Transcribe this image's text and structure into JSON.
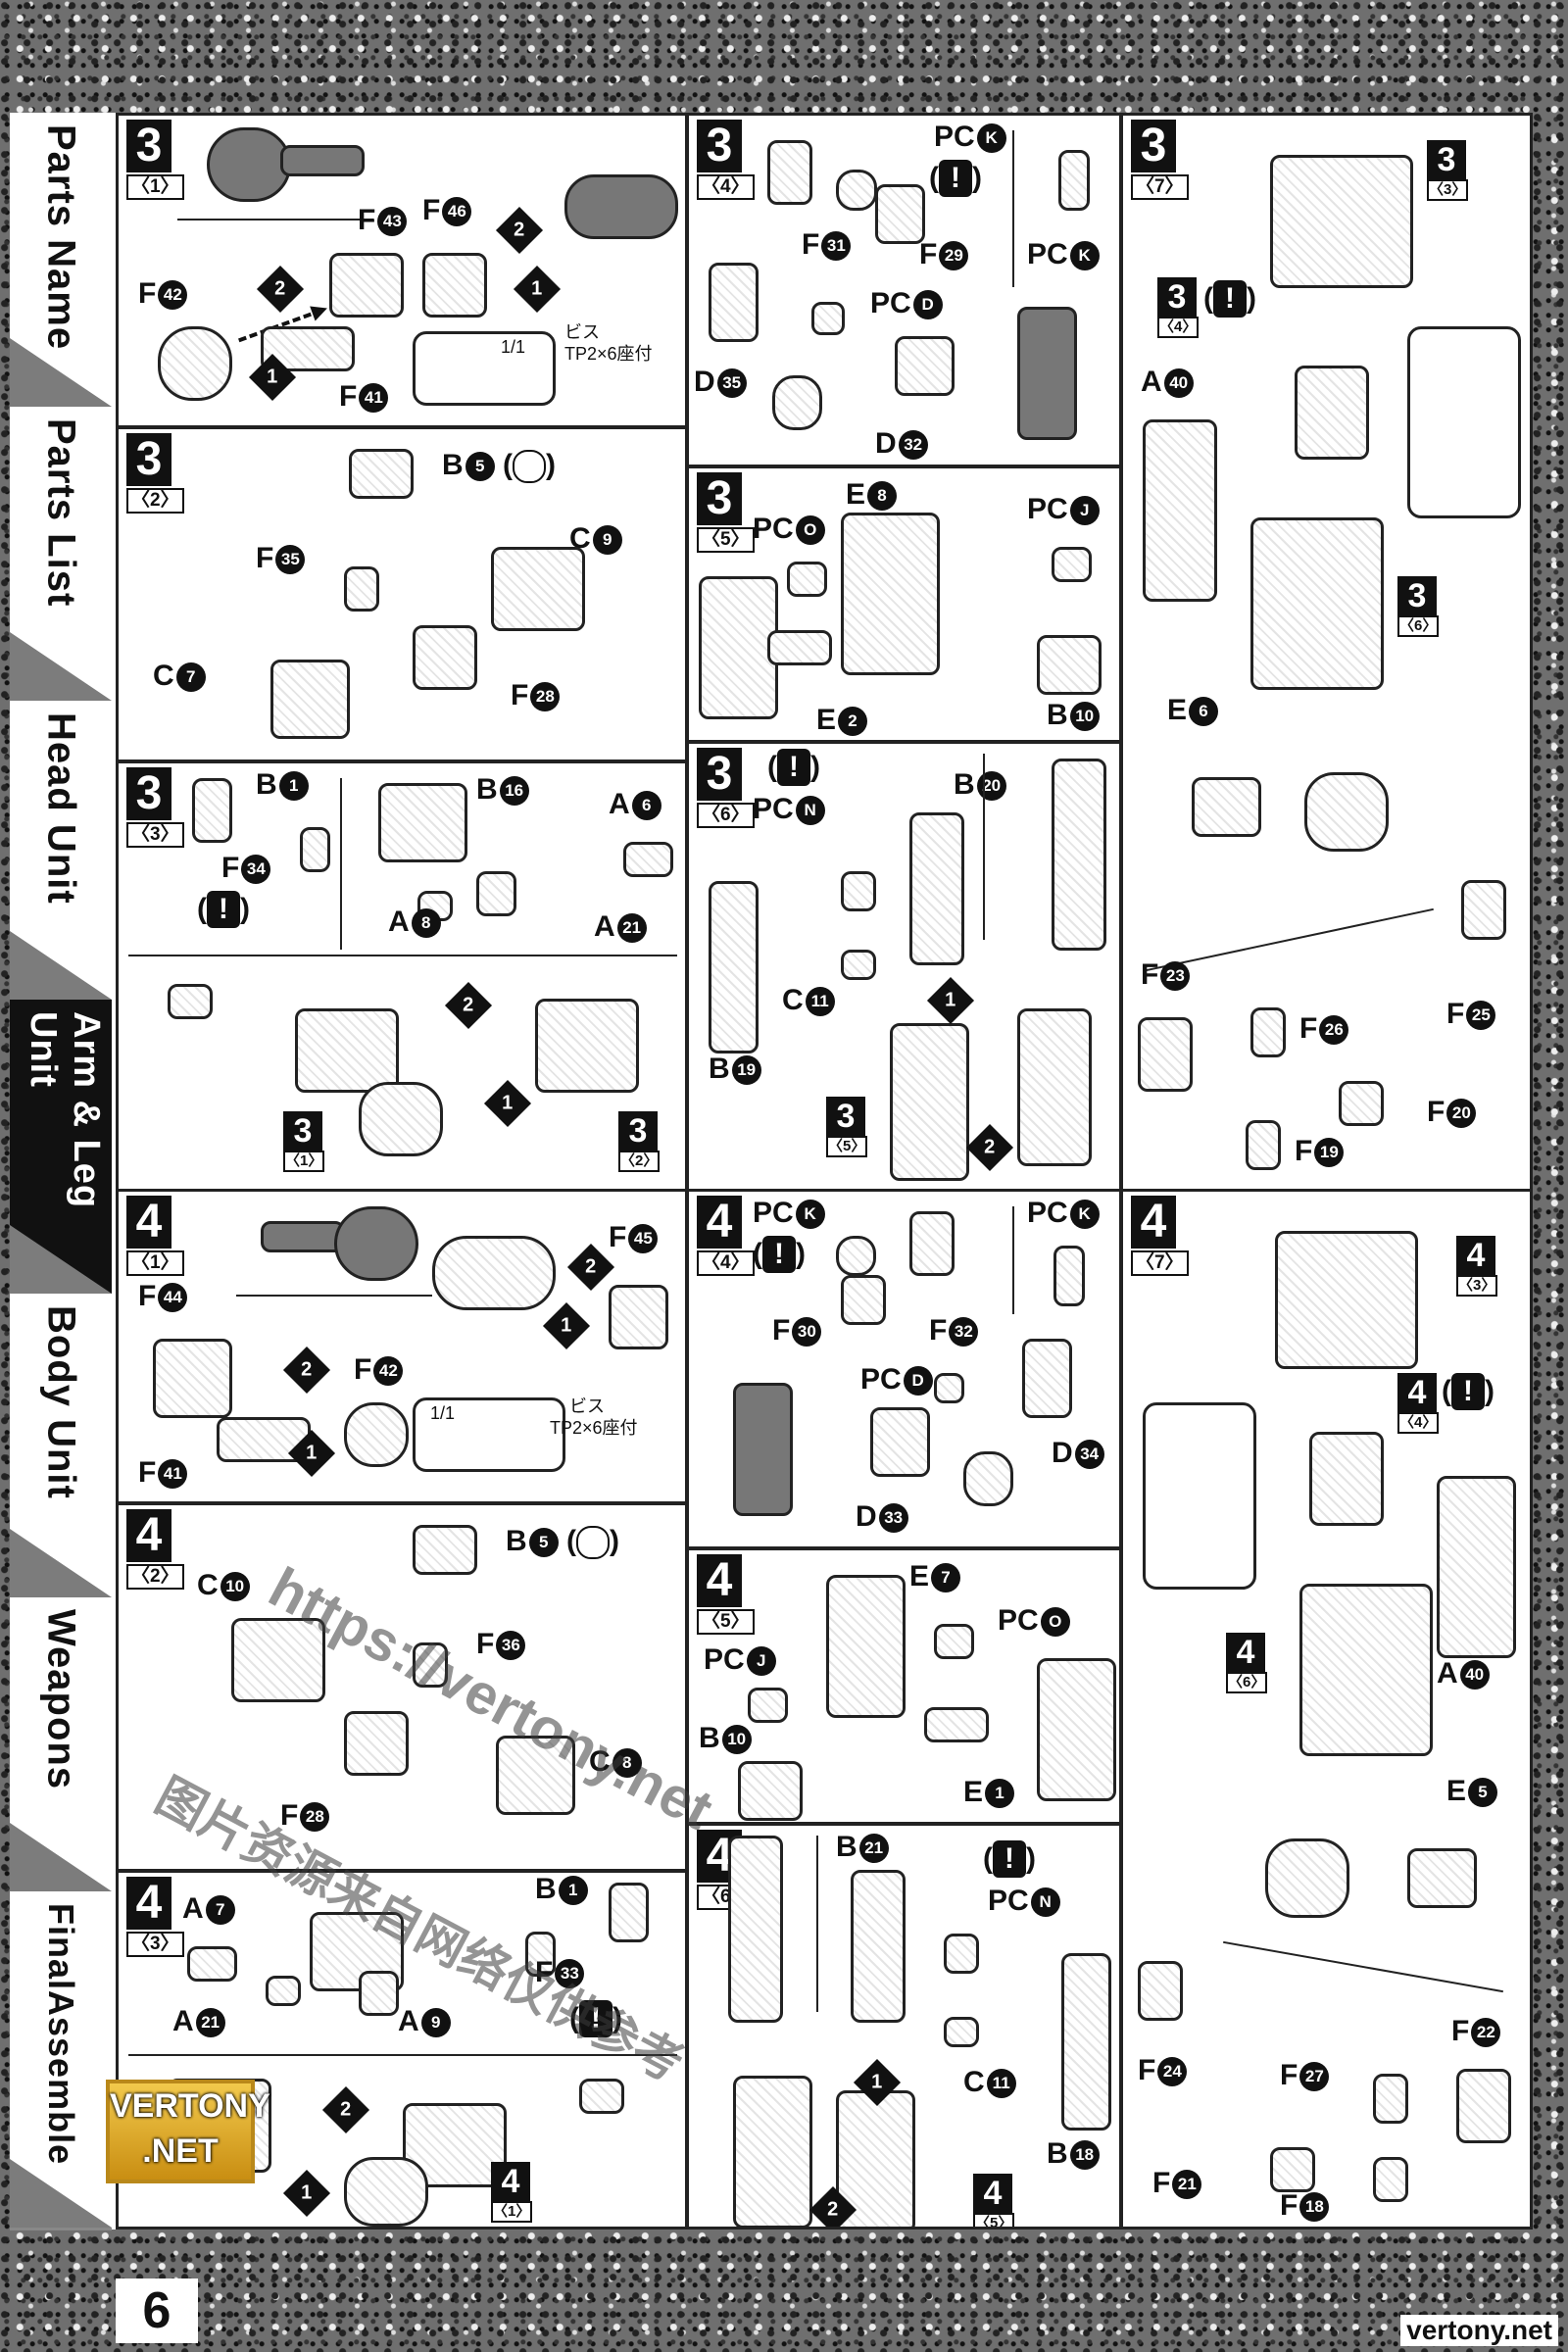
{
  "sidebar": {
    "tabs": [
      {
        "label": "Parts Name",
        "active": false
      },
      {
        "label": "Parts List",
        "active": false
      },
      {
        "label": "Head Unit",
        "active": false
      },
      {
        "label": "Arm & Leg Unit",
        "active": true
      },
      {
        "label": "Body Unit",
        "active": false
      },
      {
        "label": "Weapons",
        "active": false
      },
      {
        "label": "FinalAssemble",
        "active": false
      }
    ]
  },
  "page_number": "6",
  "logo": {
    "line1": "VERTONY",
    "line2": ".NET"
  },
  "site_footer": "vertony.net",
  "watermark": {
    "url": "https://vertony.net",
    "text": "图片资源来自网络仅供参考"
  },
  "screw_note": {
    "ratio": "1/1",
    "label": "ビス",
    "spec": "TP2×6座付"
  },
  "panels": {
    "p3_1": {
      "step": "3",
      "sub": "〈1〉",
      "parts": {
        "a": "F",
        "an": "43",
        "b": "F",
        "bn": "42",
        "c": "F",
        "cn": "41",
        "d": "F",
        "dn": "46"
      }
    },
    "p3_4": {
      "step": "3",
      "sub": "〈4〉",
      "parts": {
        "pck1": "PC",
        "pck1n": "K",
        "f31": "F",
        "f31n": "31",
        "f29": "F",
        "f29n": "29",
        "pck2": "PC",
        "pck2n": "K",
        "pcd": "PC",
        "pcdn": "D",
        "d35": "D",
        "d35n": "35",
        "d32": "D",
        "d32n": "32"
      }
    },
    "p3_7": {
      "step": "3",
      "sub": "〈7〉",
      "parts": {
        "a40": "A",
        "a40n": "40",
        "e6": "E",
        "e6n": "6",
        "f23": "F",
        "f23n": "23",
        "f26": "F",
        "f26n": "26",
        "f25": "F",
        "f25n": "25",
        "f20": "F",
        "f20n": "20",
        "f19": "F",
        "f19n": "19"
      },
      "refs": [
        {
          "n": "3",
          "s": "〈3〉"
        },
        {
          "n": "3",
          "s": "〈4〉"
        },
        {
          "n": "3",
          "s": "〈6〉"
        }
      ]
    },
    "p3_2": {
      "step": "3",
      "sub": "〈2〉",
      "parts": {
        "b5": "B",
        "b5n": "5",
        "f35": "F",
        "f35n": "35",
        "c9": "C",
        "c9n": "9",
        "c7": "C",
        "c7n": "7",
        "f28": "F",
        "f28n": "28"
      }
    },
    "p3_5": {
      "step": "3",
      "sub": "〈5〉",
      "parts": {
        "e8": "E",
        "e8n": "8",
        "pco": "PC",
        "pcon": "O",
        "pcj": "PC",
        "pcjn": "J",
        "e2": "E",
        "e2n": "2",
        "b10": "B",
        "b10n": "10"
      }
    },
    "p3_3": {
      "step": "3",
      "sub": "〈3〉",
      "parts": {
        "b1": "B",
        "b1n": "1",
        "b16": "B",
        "b16n": "16",
        "a6": "A",
        "a6n": "6",
        "f34": "F",
        "f34n": "34",
        "a8": "A",
        "a8n": "8",
        "a21": "A",
        "a21n": "21"
      },
      "refs": [
        {
          "n": "3",
          "s": "〈1〉"
        },
        {
          "n": "3",
          "s": "〈2〉"
        }
      ]
    },
    "p3_6": {
      "step": "3",
      "sub": "〈6〉",
      "parts": {
        "pcn": "PC",
        "pcnn": "N",
        "b20": "B",
        "b20n": "20",
        "c11": "C",
        "c11n": "11",
        "b19": "B",
        "b19n": "19"
      },
      "refs": [
        {
          "n": "3",
          "s": "〈5〉"
        }
      ]
    },
    "p4_1": {
      "step": "4",
      "sub": "〈1〉",
      "parts": {
        "f45": "F",
        "f45n": "45",
        "f44": "F",
        "f44n": "44",
        "f42": "F",
        "f42n": "42",
        "f41": "F",
        "f41n": "41"
      }
    },
    "p4_4": {
      "step": "4",
      "sub": "〈4〉",
      "parts": {
        "pck1": "PC",
        "pck1n": "K",
        "pck2": "PC",
        "pck2n": "K",
        "f30": "F",
        "f30n": "30",
        "f32": "F",
        "f32n": "32",
        "pcd": "PC",
        "pcdn": "D",
        "d34": "D",
        "d34n": "34",
        "d33": "D",
        "d33n": "33"
      }
    },
    "p4_7": {
      "step": "4",
      "sub": "〈7〉",
      "parts": {
        "a40": "A",
        "a40n": "40",
        "e5": "E",
        "e5n": "5",
        "f22": "F",
        "f22n": "22",
        "f24": "F",
        "f24n": "24",
        "f27": "F",
        "f27n": "27",
        "f21": "F",
        "f21n": "21",
        "f18": "F",
        "f18n": "18"
      },
      "refs": [
        {
          "n": "4",
          "s": "〈3〉"
        },
        {
          "n": "4",
          "s": "〈4〉"
        },
        {
          "n": "4",
          "s": "〈6〉"
        }
      ]
    },
    "p4_2": {
      "step": "4",
      "sub": "〈2〉",
      "parts": {
        "b5": "B",
        "b5n": "5",
        "c10": "C",
        "c10n": "10",
        "f36": "F",
        "f36n": "36",
        "c8": "C",
        "c8n": "8",
        "f28": "F",
        "f28n": "28"
      }
    },
    "p4_5": {
      "step": "4",
      "sub": "〈5〉",
      "parts": {
        "e7": "E",
        "e7n": "7",
        "pco": "PC",
        "pcon": "O",
        "pcj": "PC",
        "pcjn": "J",
        "b10": "B",
        "b10n": "10",
        "e1": "E",
        "e1n": "1"
      }
    },
    "p4_3": {
      "step": "4",
      "sub": "〈3〉",
      "parts": {
        "a7": "A",
        "a7n": "7",
        "b1": "B",
        "b1n": "1",
        "f33": "F",
        "f33n": "33",
        "a21": "A",
        "a21n": "21",
        "a9": "A",
        "a9n": "9"
      },
      "refs": [
        {
          "n": "4",
          "s": "〈1〉"
        }
      ]
    },
    "p4_6": {
      "step": "4",
      "sub": "〈6〉",
      "parts": {
        "b21": "B",
        "b21n": "21",
        "pcn": "PC",
        "pcnn": "N",
        "c11": "C",
        "c11n": "11",
        "b18": "B",
        "b18n": "18"
      },
      "refs": [
        {
          "n": "4",
          "s": "〈5〉"
        }
      ]
    }
  },
  "sequence_markers": [
    "1",
    "2"
  ],
  "caution_glyph": "!"
}
